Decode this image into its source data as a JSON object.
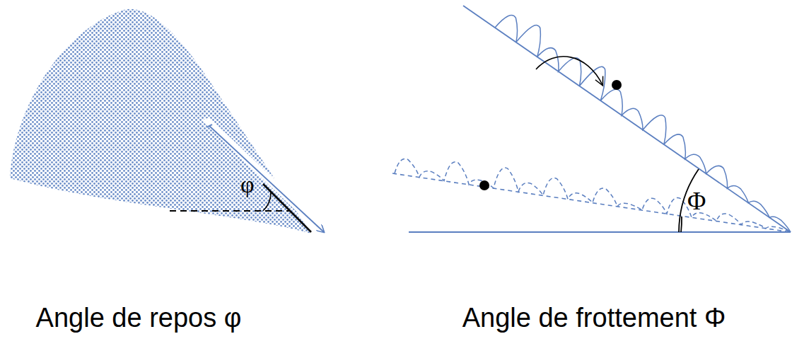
{
  "diagram": {
    "labels": [
      "φ",
      "Φ",
      "Angle de repos φ",
      "Angle de frottement Φ"
    ]
  }
}
